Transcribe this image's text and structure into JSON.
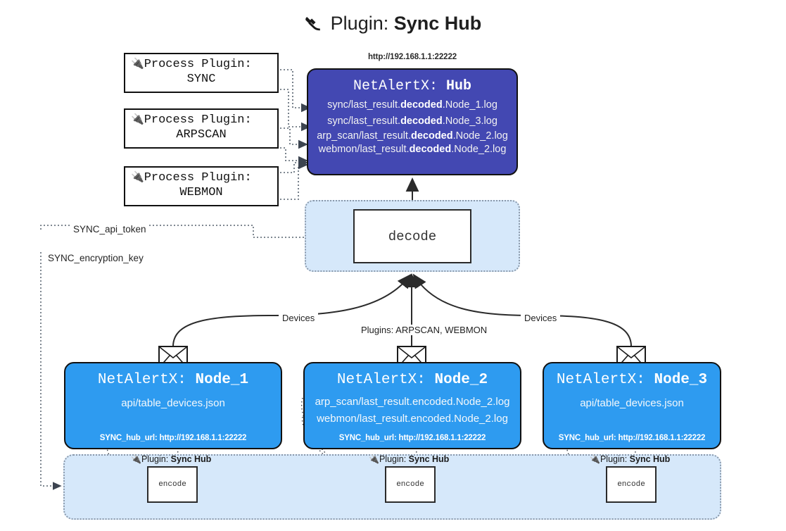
{
  "title": {
    "icon": "plug-icon",
    "prefix": "Plugin:",
    "name": "Sync Hub"
  },
  "process_plugins": [
    {
      "icon": "plug-icon",
      "line1": "Process Plugin:",
      "line2": "SYNC"
    },
    {
      "icon": "plug-icon",
      "line1": "Process Plugin:",
      "line2": "ARPSCAN"
    },
    {
      "icon": "plug-icon",
      "line1": "Process Plugin:",
      "line2": "WEBMON"
    }
  ],
  "hub": {
    "url_label": "http://192.168.1.1:22222",
    "title_prefix": "NetAlertX:",
    "title_name": "Hub",
    "logs": [
      {
        "pre": "sync/last_result.",
        "mid": "decoded",
        "post": ".Node_1.log"
      },
      {
        "pre": "sync/last_result.",
        "mid": "decoded",
        "post": ".Node_3.log"
      },
      {
        "pre": "arp_scan/last_result.",
        "mid": "decoded",
        "post": ".Node_2.log"
      },
      {
        "pre": "webmon/last_result.",
        "mid": "decoded",
        "post": ".Node_2.log"
      }
    ]
  },
  "decode": {
    "label": "decode"
  },
  "tokens": {
    "api_token": "SYNC_api_token",
    "encryption_key": "SYNC_encryption_key"
  },
  "edge_labels": {
    "devices_left": "Devices",
    "devices_right": "Devices",
    "plugins_center": "Plugins: ARPSCAN, WEBMON"
  },
  "nodes": [
    {
      "title_prefix": "NetAlertX:",
      "title_name": "Node_1",
      "lines": [
        "api/table_devices.json"
      ],
      "footer": "SYNC_hub_url: http://192.168.1.1:22222",
      "icon": "envelope-icon"
    },
    {
      "title_prefix": "NetAlertX:",
      "title_name": "Node_2",
      "lines": [
        "arp_scan/last_result.encoded.Node_2.log",
        "webmon/last_result.encoded.Node_2.log"
      ],
      "footer": "SYNC_hub_url: http://192.168.1.1:22222",
      "icon": "envelope-icon"
    },
    {
      "title_prefix": "NetAlertX:",
      "title_name": "Node_3",
      "lines": [
        "api/table_devices.json"
      ],
      "footer": "SYNC_hub_url: http://192.168.1.1:22222",
      "icon": "envelope-icon"
    }
  ],
  "band": {
    "plugins": [
      {
        "icon": "plug-icon",
        "prefix": "Plugin:",
        "name": "Sync Hub",
        "encode_label": "encode"
      },
      {
        "icon": "plug-icon",
        "prefix": "Plugin:",
        "name": "Sync Hub",
        "encode_label": "encode"
      },
      {
        "icon": "plug-icon",
        "prefix": "Plugin:",
        "name": "Sync Hub",
        "encode_label": "encode"
      }
    ]
  },
  "colors": {
    "hub_fill": "#4348b2",
    "node_fill": "#2e9bf0",
    "container_fill": "#d6e8fa",
    "stroke": "#111111",
    "dotted_stroke": "#8a99ab"
  }
}
